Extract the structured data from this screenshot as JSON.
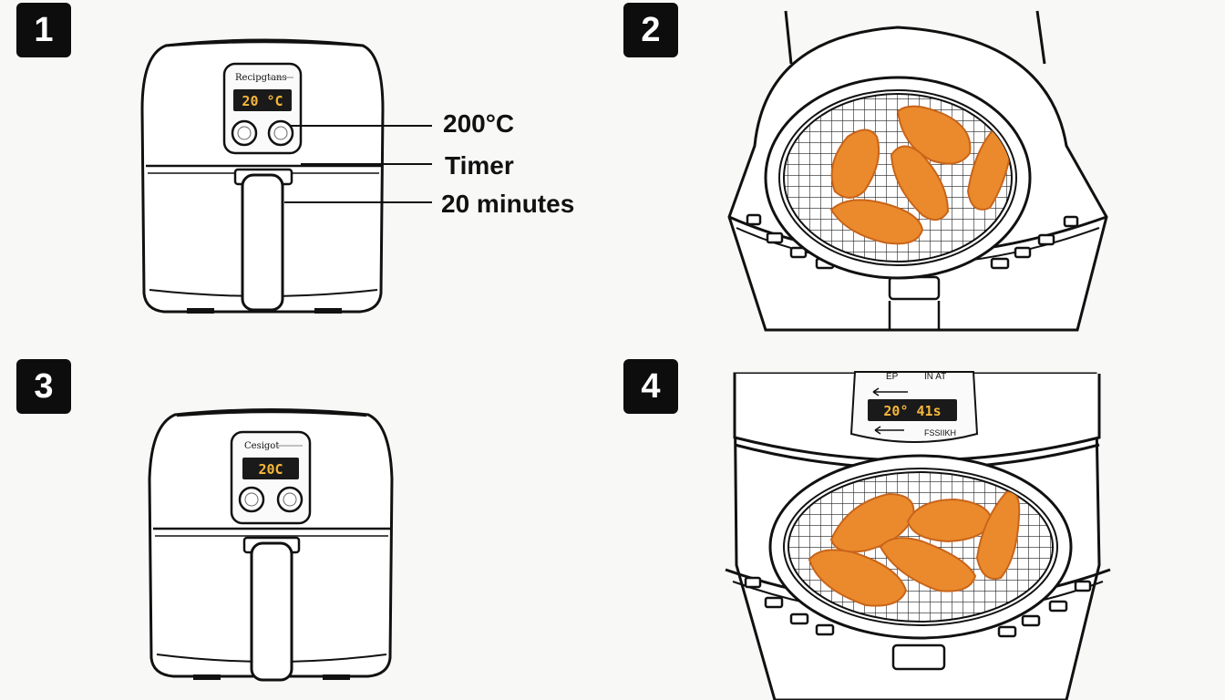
{
  "steps": [
    {
      "number": "1"
    },
    {
      "number": "2"
    },
    {
      "number": "3"
    },
    {
      "number": "4"
    }
  ],
  "step1": {
    "brand": "Recipgtans",
    "display": "20 °C",
    "callouts": {
      "temperature": "200°C",
      "timer": "Timer",
      "duration": "20 minutes"
    }
  },
  "step3": {
    "brand": "Cesigot",
    "display": "20C"
  },
  "step4": {
    "label_left": "EP",
    "label_right": "IN AT",
    "display": "20° 41s",
    "label_bottom": "FSSIIKH"
  },
  "colors": {
    "ink": "#111111",
    "badge": "#0d0d0d",
    "lcd_bg": "#1a1a1a",
    "lcd_text": "#f5b73a",
    "wing_fill": "#ea8a2c",
    "wing_dark": "#c8641a",
    "appliance": "#ffffff",
    "background": "#f8f8f7"
  },
  "icons": [
    "air-fryer-icon",
    "fryer-basket-icon",
    "chicken-wing-icon",
    "control-dial-icon"
  ]
}
